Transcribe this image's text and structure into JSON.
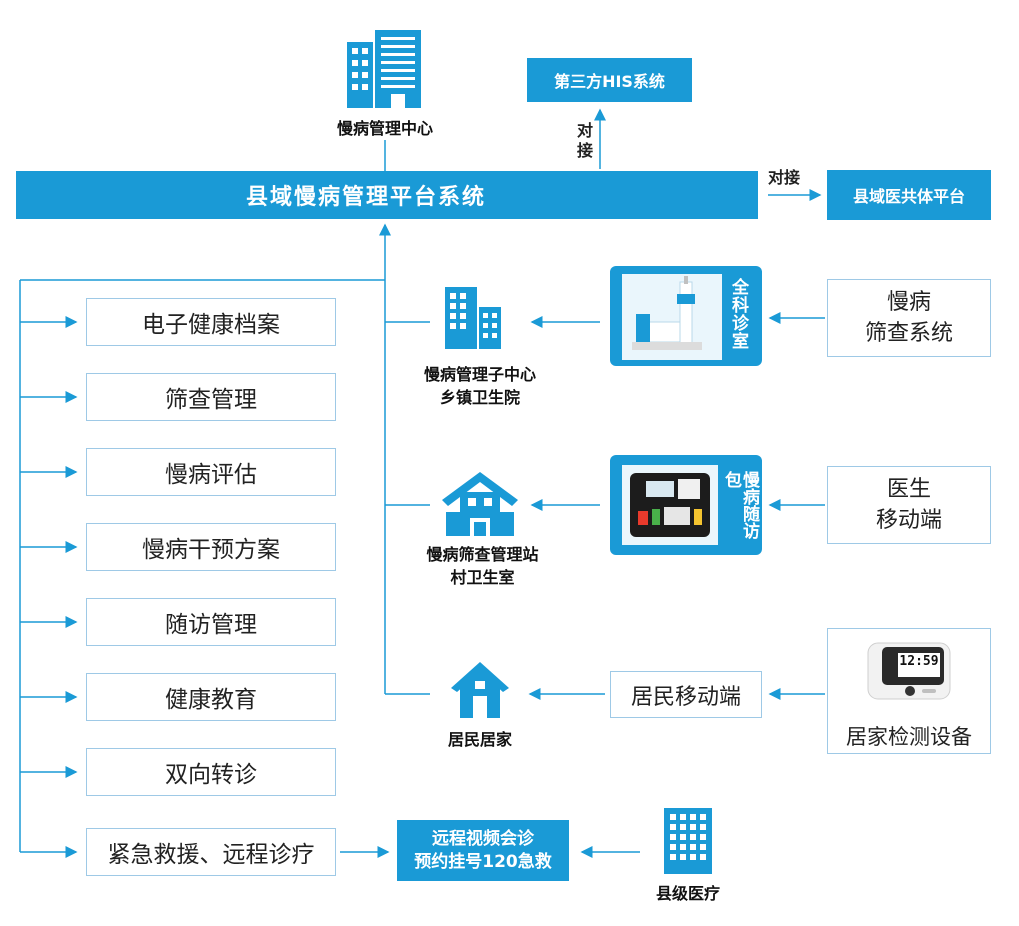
{
  "colors": {
    "primary": "#1a9ad6",
    "border": "#9ec9e6",
    "text": "#222222"
  },
  "top": {
    "center_label": "慢病管理中心",
    "his_label": "第三方HIS系统",
    "dock_v": "对接",
    "dock_h": "对接",
    "platform": "县域慢病管理平台系统",
    "medical_alliance": "县域医共体平台"
  },
  "modules": [
    "电子健康档案",
    "筛查管理",
    "慢病评估",
    "慢病干预方案",
    "随访管理",
    "健康教育",
    "双向转诊",
    "紧急救援、远程诊疗"
  ],
  "nodes": {
    "subcenter": "慢病管理子中心",
    "town_hospital": "乡镇卫生院",
    "station": "慢病筛查管理站",
    "village_clinic": "村卫生室",
    "home": "居民居家",
    "county_medical": "县级医疗"
  },
  "devices": {
    "gp_room": "全科诊室",
    "followup_bag": "慢病随访包",
    "resident_mobile": "居民移动端",
    "device_display": "12:59"
  },
  "sources": {
    "screening_system": [
      "慢病",
      "筛查系统"
    ],
    "doctor_mobile": [
      "医生",
      "移动端"
    ],
    "home_device": "居家检测设备"
  },
  "remote": [
    "远程视频会诊",
    "预约挂号120急救"
  ],
  "icons": [
    "building-icon",
    "hospital-icon",
    "station-icon",
    "house-icon",
    "kiosk-icon",
    "medical-bag-icon",
    "bp-monitor-icon"
  ]
}
